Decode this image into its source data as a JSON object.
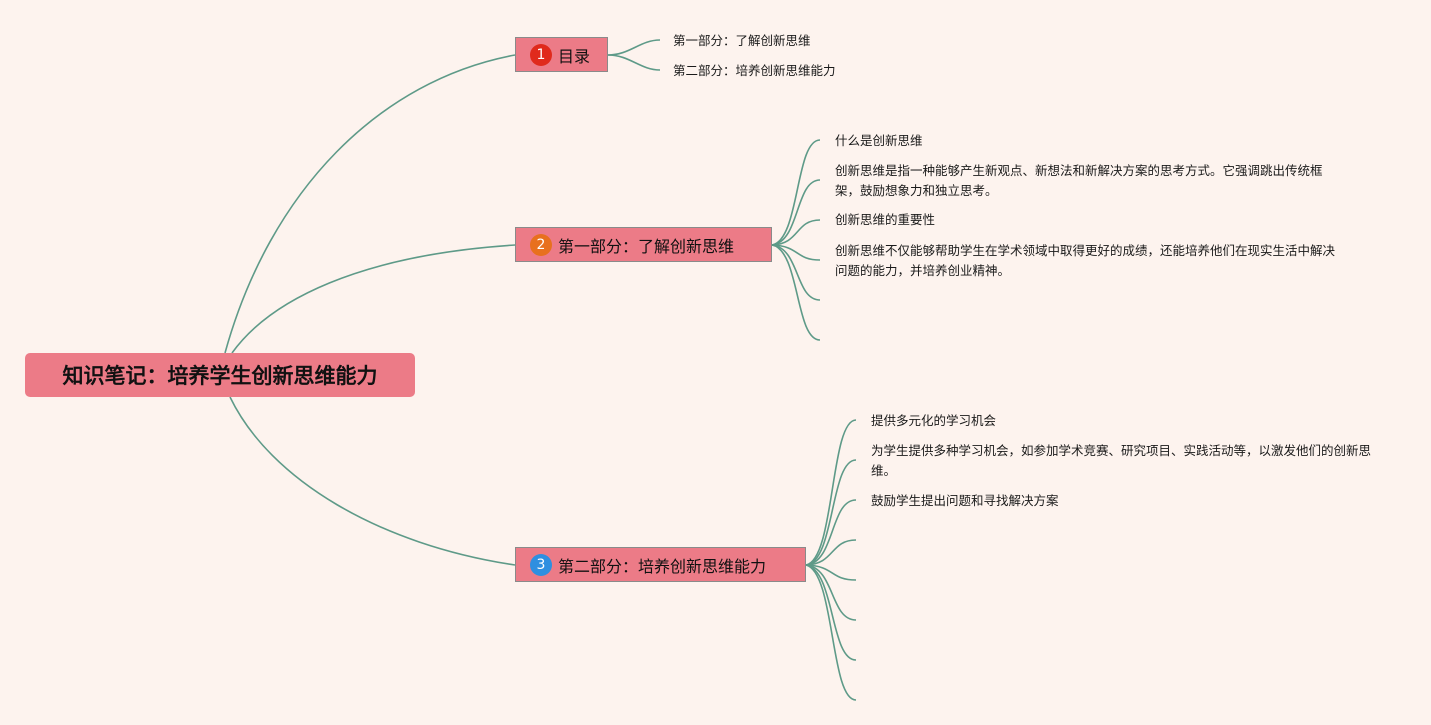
{
  "root": {
    "title": "知识笔记：培养学生创新思维能力"
  },
  "branches": [
    {
      "number": "1",
      "badge_color": "#e02a1c",
      "title": "目录",
      "items": [
        "第一部分：了解创新思维",
        "第二部分：培养创新思维能力"
      ]
    },
    {
      "number": "2",
      "badge_color": "#e8701e",
      "title": "第一部分：了解创新思维",
      "items": [
        "什么是创新思维",
        "创新思维是指一种能够产生新观点、新想法和新解决方案的思考方式。它强调跳出传统框架，鼓励想象力和独立思考。",
        "创新思维的重要性",
        "创新思维不仅能够帮助学生在学术领域中取得更好的成绩，还能培养他们在现实生活中解决问题的能力，并培养创业精神。"
      ]
    },
    {
      "number": "3",
      "badge_color": "#2f8fe0",
      "title": "第二部分：培养创新思维能力",
      "items": [
        "提供多元化的学习机会",
        "为学生提供多种学习机会，如参加学术竞赛、研究项目、实践活动等，以激发他们的创新思维。",
        "鼓励学生提出问题和寻找解决方案"
      ]
    }
  ],
  "colors": {
    "node_fill": "#ec7b87",
    "branch_line": "#5e9a88",
    "background": "#fdf3ee"
  }
}
